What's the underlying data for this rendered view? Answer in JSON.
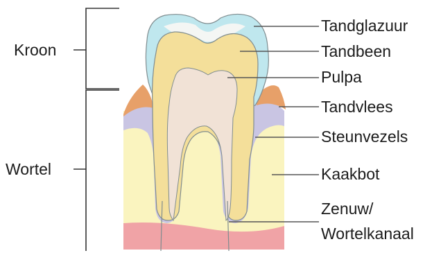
{
  "diagram": {
    "groups": {
      "crown": "Kroon",
      "root": "Wortel"
    },
    "labels": {
      "enamel": "Tandglazuur",
      "dentin": "Tandbeen",
      "pulp": "Pulpa",
      "gum": "Tandvlees",
      "ligament": "Steunvezels",
      "jawbone": "Kaakbot",
      "nerve_line1": "Zenuw/",
      "nerve_line2": "Wortelkanaal"
    },
    "colors": {
      "enamel": "#bfe7ee",
      "enamel_tip": "#f4f6f4",
      "dentin": "#f4df9a",
      "pulp": "#f1e2d6",
      "gum": "#e7a069",
      "ligament": "#c9c5e3",
      "bone": "#faf4bf",
      "base": "#f0a3a6",
      "leader": "#333333"
    }
  }
}
